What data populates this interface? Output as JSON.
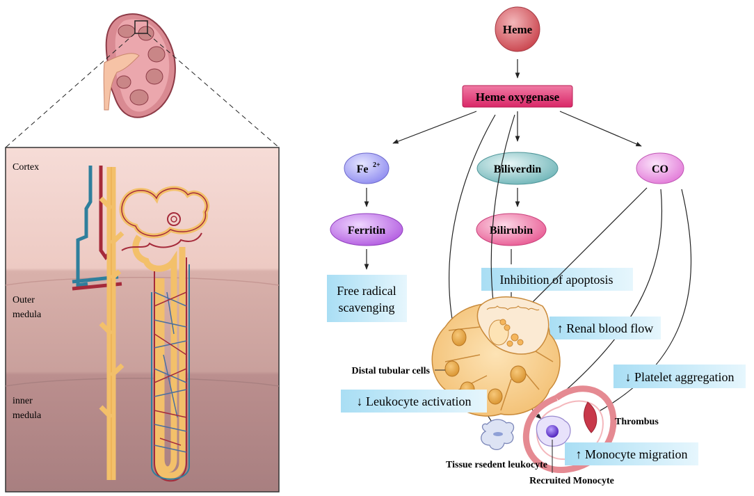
{
  "zones": {
    "cortex": "Cortex",
    "outer_medula_1": "Outer",
    "outer_medula_2": "medula",
    "inner_medula_1": "inner",
    "inner_medula_2": "medula"
  },
  "nodes": {
    "heme": "Heme",
    "heme_oxygenase": "Heme oxygenase",
    "fe": "Fe",
    "fe_sup": "2+",
    "biliverdin": "Biliverdin",
    "co": "CO",
    "ferritin": "Ferritin",
    "bilirubin": "Bilirubin"
  },
  "effects": {
    "free_radical_1": "Free radical",
    "free_radical_2": "scavenging",
    "apoptosis": "Inhibition of apoptosis",
    "renal_blood_flow": "↑ Renal blood flow",
    "platelet": "↓ Platelet aggregation",
    "leukocyte_activation": "↓ Leukocyte activation",
    "monocyte_migration": "↑ Monocyte migration"
  },
  "labels": {
    "distal": "Distal tubular cells",
    "thrombus": "Thrombus",
    "tissue_leukocyte": "Tissue rsedent leukocyte",
    "recruited_monocyte": "Recruited Monocyte"
  },
  "colors": {
    "heme": "#c9434c",
    "heme_oxygenase": "#e0306a",
    "fe": "#8f8cf0",
    "biliverdin": "#6fb5b8",
    "co": "#e27ad8",
    "ferritin": "#b25be0",
    "bilirubin": "#e85a93",
    "effect_box": "#bfe6f6",
    "tubule_cell": "#f5c77e",
    "vessel": "#e58a92"
  }
}
